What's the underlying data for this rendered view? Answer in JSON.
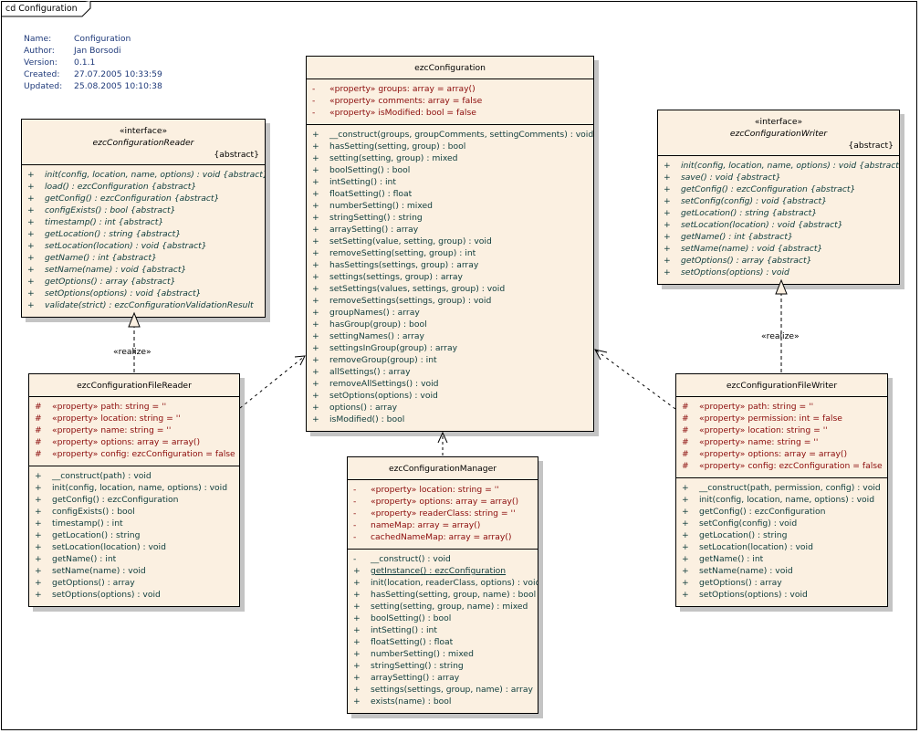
{
  "diagram": {
    "frame_title": "cd Configuration",
    "meta": [
      {
        "key": "Name:",
        "value": "Configuration"
      },
      {
        "key": "Author:",
        "value": "Jan Borsodi"
      },
      {
        "key": "Version:",
        "value": "0.1.1"
      },
      {
        "key": "Created:",
        "value": "27.07.2005 10:33:59"
      },
      {
        "key": "Updated:",
        "value": "25.08.2005 10:10:38"
      }
    ],
    "classes": {
      "reader": {
        "stereotype": "«interface»",
        "name": "ezcConfigurationReader",
        "tag": "{abstract}",
        "attributes": [],
        "operations": [
          {
            "vis": "+",
            "text": "init(config, location, name, options) : void {abstract}"
          },
          {
            "vis": "+",
            "text": "load() : ezcConfiguration {abstract}"
          },
          {
            "vis": "+",
            "text": "getConfig() : ezcConfiguration {abstract}"
          },
          {
            "vis": "+",
            "text": "configExists() : bool {abstract}"
          },
          {
            "vis": "+",
            "text": "timestamp() : int {abstract}"
          },
          {
            "vis": "+",
            "text": "getLocation() : string {abstract}"
          },
          {
            "vis": "+",
            "text": "setLocation(location) : void {abstract}"
          },
          {
            "vis": "+",
            "text": "getName() : int {abstract}"
          },
          {
            "vis": "+",
            "text": "setName(name) : void {abstract}"
          },
          {
            "vis": "+",
            "text": "getOptions() : array {abstract}"
          },
          {
            "vis": "+",
            "text": "setOptions(options) : void {abstract}"
          },
          {
            "vis": "+",
            "text": "validate(strict) : ezcConfigurationValidationResult"
          }
        ]
      },
      "configuration": {
        "stereotype": "",
        "name": "ezcConfiguration",
        "tag": "",
        "attributes": [
          {
            "vis": "-",
            "text": "«property» groups:  array = array()"
          },
          {
            "vis": "-",
            "text": "«property» comments:  array = false"
          },
          {
            "vis": "-",
            "text": "«property» isModified:  bool = false"
          }
        ],
        "operations": [
          {
            "vis": "+",
            "text": "__construct(groups, groupComments, settingComments) : void"
          },
          {
            "vis": "+",
            "text": "hasSetting(setting, group) : bool"
          },
          {
            "vis": "+",
            "text": "setting(setting, group) : mixed"
          },
          {
            "vis": "+",
            "text": "boolSetting() : bool"
          },
          {
            "vis": "+",
            "text": "intSetting() : int"
          },
          {
            "vis": "+",
            "text": "floatSetting() : float"
          },
          {
            "vis": "+",
            "text": "numberSetting() : mixed"
          },
          {
            "vis": "+",
            "text": "stringSetting() : string"
          },
          {
            "vis": "+",
            "text": "arraySetting() : array"
          },
          {
            "vis": "+",
            "text": "setSetting(value, setting, group) : void"
          },
          {
            "vis": "+",
            "text": "removeSetting(setting, group) : int"
          },
          {
            "vis": "+",
            "text": "hasSettings(settings, group) : array"
          },
          {
            "vis": "+",
            "text": "settings(settings, group) : array"
          },
          {
            "vis": "+",
            "text": "setSettings(values, settings, group) : void"
          },
          {
            "vis": "+",
            "text": "removeSettings(settings, group) : void"
          },
          {
            "vis": "+",
            "text": "groupNames() : array"
          },
          {
            "vis": "+",
            "text": "hasGroup(group) : bool"
          },
          {
            "vis": "+",
            "text": "settingNames() : array"
          },
          {
            "vis": "+",
            "text": "settingsInGroup(group) : array"
          },
          {
            "vis": "+",
            "text": "removeGroup(group) : int"
          },
          {
            "vis": "+",
            "text": "allSettings() : array"
          },
          {
            "vis": "+",
            "text": "removeAllSettings() : void"
          },
          {
            "vis": "+",
            "text": "setOptions(options) : void"
          },
          {
            "vis": "+",
            "text": "options() : array"
          },
          {
            "vis": "+",
            "text": "isModified() : bool"
          }
        ]
      },
      "writer": {
        "stereotype": "«interface»",
        "name": "ezcConfigurationWriter",
        "tag": "{abstract}",
        "attributes": [],
        "operations": [
          {
            "vis": "+",
            "text": "init(config, location, name, options) : void {abstract}"
          },
          {
            "vis": "+",
            "text": "save() : void {abstract}"
          },
          {
            "vis": "+",
            "text": "getConfig() : ezcConfiguration {abstract}"
          },
          {
            "vis": "+",
            "text": "setConfig(config) : void {abstract}"
          },
          {
            "vis": "+",
            "text": "getLocation() : string {abstract}"
          },
          {
            "vis": "+",
            "text": "setLocation(location) : void {abstract}"
          },
          {
            "vis": "+",
            "text": "getName() : int {abstract}"
          },
          {
            "vis": "+",
            "text": "setName(name) : void {abstract}"
          },
          {
            "vis": "+",
            "text": "getOptions() : array {abstract}"
          },
          {
            "vis": "+",
            "text": "setOptions(options) : void"
          }
        ]
      },
      "file_reader": {
        "stereotype": "",
        "name": "ezcConfigurationFileReader",
        "tag": "",
        "attributes": [
          {
            "vis": "#",
            "text": "«property» path:  string = ''"
          },
          {
            "vis": "#",
            "text": "«property» location:  string = ''"
          },
          {
            "vis": "#",
            "text": "«property» name:  string = ''"
          },
          {
            "vis": "#",
            "text": "«property» options:  array = array()"
          },
          {
            "vis": "#",
            "text": "«property» config:  ezcConfiguration = false"
          }
        ],
        "operations": [
          {
            "vis": "+",
            "text": "__construct(path) : void"
          },
          {
            "vis": "+",
            "text": "init(config, location, name, options) : void"
          },
          {
            "vis": "+",
            "text": "getConfig() : ezcConfiguration"
          },
          {
            "vis": "+",
            "text": "configExists() : bool"
          },
          {
            "vis": "+",
            "text": "timestamp() : int"
          },
          {
            "vis": "+",
            "text": "getLocation() : string"
          },
          {
            "vis": "+",
            "text": "setLocation(location) : void"
          },
          {
            "vis": "+",
            "text": "getName() : int"
          },
          {
            "vis": "+",
            "text": "setName(name) : void"
          },
          {
            "vis": "+",
            "text": "getOptions() : array"
          },
          {
            "vis": "+",
            "text": "setOptions(options) : void"
          }
        ]
      },
      "manager": {
        "stereotype": "",
        "name": "ezcConfigurationManager",
        "tag": "",
        "attributes": [
          {
            "vis": "-",
            "text": "«property» location:  string = ''"
          },
          {
            "vis": "-",
            "text": "«property» options:  array = array()"
          },
          {
            "vis": "-",
            "text": "«property» readerClass:  string = ''"
          },
          {
            "vis": "-",
            "text": "nameMap:  array = array()"
          },
          {
            "vis": "-",
            "text": "cachedNameMap:  array = array()"
          }
        ],
        "operations": [
          {
            "vis": "-",
            "text": "__construct() : void"
          },
          {
            "vis": "+",
            "text": "getInstance() : ezcConfiguration",
            "static": true
          },
          {
            "vis": "+",
            "text": "init(location, readerClass, options) : void"
          },
          {
            "vis": "+",
            "text": "hasSetting(setting, group, name) : bool"
          },
          {
            "vis": "+",
            "text": "setting(setting, group, name) : mixed"
          },
          {
            "vis": "+",
            "text": "boolSetting() : bool"
          },
          {
            "vis": "+",
            "text": "intSetting() : int"
          },
          {
            "vis": "+",
            "text": "floatSetting() : float"
          },
          {
            "vis": "+",
            "text": "numberSetting() : mixed"
          },
          {
            "vis": "+",
            "text": "stringSetting() : string"
          },
          {
            "vis": "+",
            "text": "arraySetting() : array"
          },
          {
            "vis": "+",
            "text": "settings(settings, group, name) : array"
          },
          {
            "vis": "+",
            "text": "exists(name) : bool"
          }
        ]
      },
      "file_writer": {
        "stereotype": "",
        "name": "ezcConfigurationFileWriter",
        "tag": "",
        "attributes": [
          {
            "vis": "#",
            "text": "«property» path:  string = ''"
          },
          {
            "vis": "#",
            "text": "«property» permission:  int = false"
          },
          {
            "vis": "#",
            "text": "«property» location:  string = ''"
          },
          {
            "vis": "#",
            "text": "«property» name:  string = ''"
          },
          {
            "vis": "#",
            "text": "«property» options:  array = array()"
          },
          {
            "vis": "#",
            "text": "«property» config:  ezcConfiguration = false"
          }
        ],
        "operations": [
          {
            "vis": "+",
            "text": "__construct(path, permission, config) : void"
          },
          {
            "vis": "+",
            "text": "init(config, location, name, options) : void"
          },
          {
            "vis": "+",
            "text": "getConfig() : ezcConfiguration"
          },
          {
            "vis": "+",
            "text": "setConfig(config) : void"
          },
          {
            "vis": "+",
            "text": "getLocation() : string"
          },
          {
            "vis": "+",
            "text": "setLocation(location) : void"
          },
          {
            "vis": "+",
            "text": "getName() : int"
          },
          {
            "vis": "+",
            "text": "setName(name) : void"
          },
          {
            "vis": "+",
            "text": "getOptions() : array"
          },
          {
            "vis": "+",
            "text": "setOptions(options) : void"
          }
        ]
      }
    },
    "relations": [
      {
        "type": "realization",
        "from": "ezcConfigurationFileReader",
        "to": "ezcConfigurationReader",
        "label": "«realize»"
      },
      {
        "type": "realization",
        "from": "ezcConfigurationFileWriter",
        "to": "ezcConfigurationWriter",
        "label": "«realize»"
      },
      {
        "type": "dependency",
        "from": "ezcConfigurationFileReader",
        "to": "ezcConfiguration",
        "label": ""
      },
      {
        "type": "dependency",
        "from": "ezcConfigurationFileWriter",
        "to": "ezcConfiguration",
        "label": ""
      },
      {
        "type": "dependency",
        "from": "ezcConfigurationManager",
        "to": "ezcConfiguration",
        "label": ""
      }
    ],
    "colors": {
      "class_fill": "#fbf0e1",
      "attribute_text": "#8b0a0a",
      "operation_text": "#0d3b3b",
      "meta_text": "#1f3a7a"
    }
  }
}
